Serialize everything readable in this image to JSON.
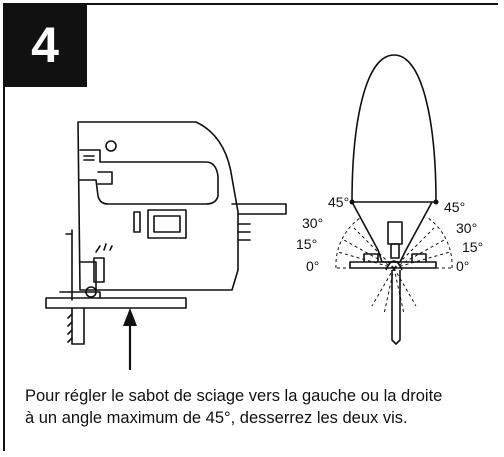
{
  "step": {
    "number": "4"
  },
  "angles": {
    "left": [
      "45°",
      "30°",
      "15°",
      "0°"
    ],
    "right": [
      "45°",
      "30°",
      "15°",
      "0°"
    ]
  },
  "caption": {
    "line1": "Pour régler le sabot de sciage vers la gauche ou la droite",
    "line2": "à un angle maximum de 45°, desserrez les deux vis."
  }
}
